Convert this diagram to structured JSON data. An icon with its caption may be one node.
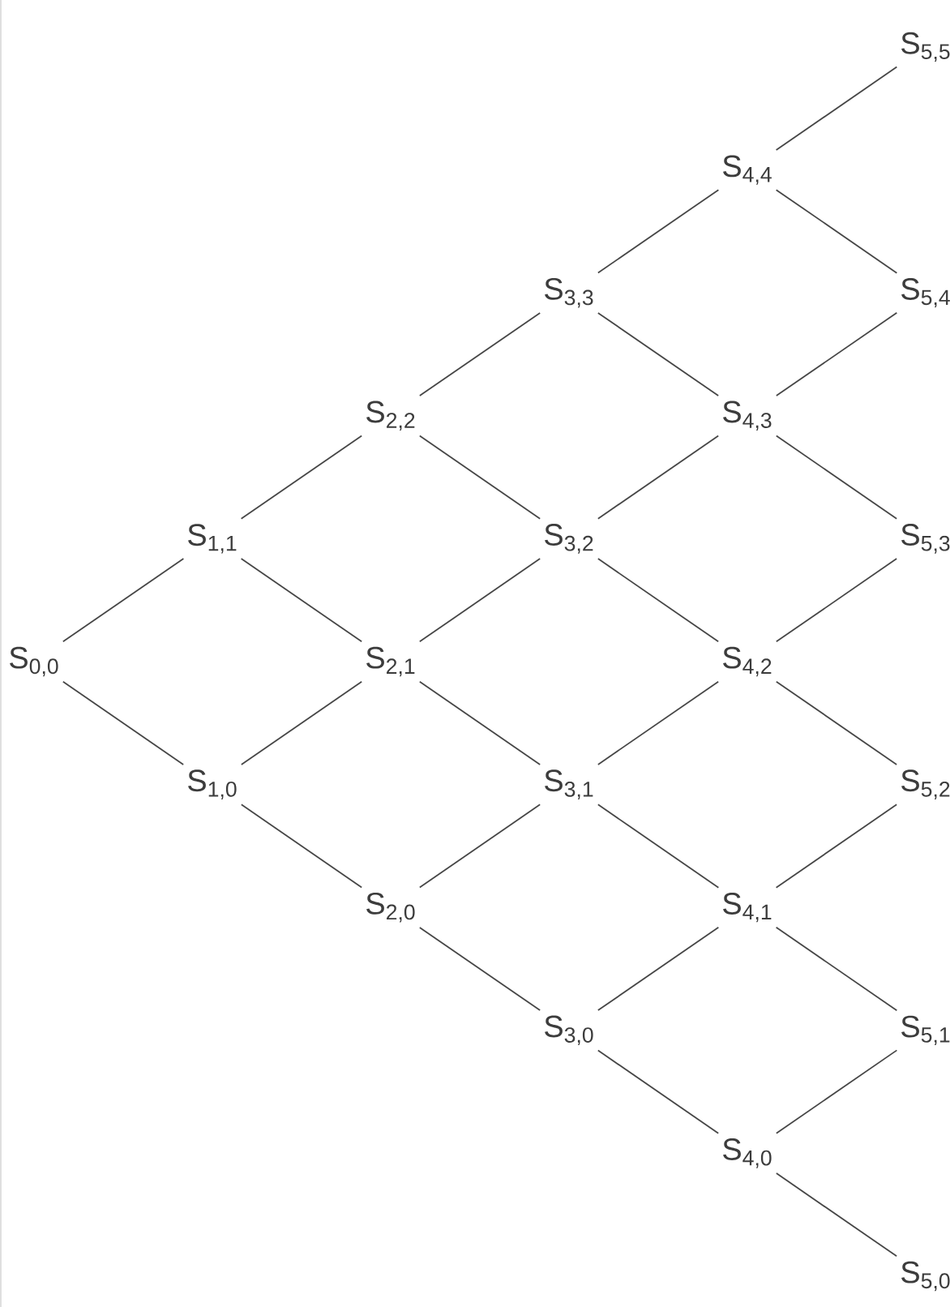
{
  "diagram": {
    "nodes": [
      {
        "text": [
          "S$_{0,0}$"
        ]
      },
      {
        "text": [
          "S$_{1,1}$"
        ]
      },
      {
        "text": [
          "S$_{1,0}$"
        ]
      },
      {
        "text": [
          "S$_{2,2}$"
        ]
      },
      {
        "text": [
          "S$_{2,1}$"
        ]
      },
      {
        "text": [
          "S$_{2,0}$"
        ]
      },
      {
        "text": [
          "S$_{3,3}$"
        ]
      },
      {
        "text": [
          "S$_{3,2}$"
        ]
      },
      {
        "text": [
          "S$_{3,1}$"
        ]
      },
      {
        "text": [
          "S$_{3,0}$"
        ]
      },
      {
        "text": [
          "S$_{4,4}$"
        ]
      },
      {
        "text": [
          "S$_{4,3}$"
        ]
      },
      {
        "text": [
          "S$_{4,2}$"
        ]
      },
      {
        "text": [
          "S$_{4,1}$"
        ]
      },
      {
        "text": [
          "S$_{4,0}$"
        ]
      },
      {
        "text": [
          "S$_{5,5}$"
        ]
      },
      {
        "text": [
          "S$_{5,4}$"
        ]
      },
      {
        "text": [
          "S$_{5,3}$"
        ]
      },
      {
        "text": [
          "S$_{5,2}$"
        ]
      },
      {
        "text": [
          "S$_{5,1}$"
        ]
      },
      {
        "text": [
          "S$_{5,0}$"
        ]
      }
    ],
    "edges": [
      {
        "from": 0,
        "to": 1,
        "arrow": "none"
      },
      {
        "from": 0,
        "to": 2,
        "arrow": "none"
      },
      {
        "from": 1,
        "to": 3,
        "arrow": "none"
      },
      {
        "from": 1,
        "to": 4,
        "arrow": "none"
      },
      {
        "from": 2,
        "to": 4,
        "arrow": "none"
      },
      {
        "from": 2,
        "to": 5,
        "arrow": "none"
      },
      {
        "from": 3,
        "to": 6,
        "arrow": "none"
      },
      {
        "from": 3,
        "to": 7,
        "arrow": "none"
      },
      {
        "from": 4,
        "to": 7,
        "arrow": "none"
      },
      {
        "from": 4,
        "to": 8,
        "arrow": "none"
      },
      {
        "from": 5,
        "to": 8,
        "arrow": "none"
      },
      {
        "from": 5,
        "to": 9,
        "arrow": "none"
      },
      {
        "from": 6,
        "to": 10,
        "arrow": "none"
      },
      {
        "from": 6,
        "to": 11,
        "arrow": "none"
      },
      {
        "from": 7,
        "to": 11,
        "arrow": "none"
      },
      {
        "from": 7,
        "to": 12,
        "arrow": "none"
      },
      {
        "from": 8,
        "to": 12,
        "arrow": "none"
      },
      {
        "from": 8,
        "to": 13,
        "arrow": "none"
      },
      {
        "from": 9,
        "to": 13,
        "arrow": "none"
      },
      {
        "from": 9,
        "to": 14,
        "arrow": "none"
      },
      {
        "from": 10,
        "to": 15,
        "arrow": "none"
      },
      {
        "from": 10,
        "to": 16,
        "arrow": "none"
      },
      {
        "from": 11,
        "to": 16,
        "arrow": "none"
      },
      {
        "from": 11,
        "to": 17,
        "arrow": "none"
      },
      {
        "from": 12,
        "to": 17,
        "arrow": "none"
      },
      {
        "from": 12,
        "to": 18,
        "arrow": "none"
      },
      {
        "from": 13,
        "to": 18,
        "arrow": "none"
      },
      {
        "from": 13,
        "to": 19,
        "arrow": "none"
      },
      {
        "from": 14,
        "to": 19,
        "arrow": "none"
      },
      {
        "from": 14,
        "to": 20,
        "arrow": "none"
      }
    ]
  }
}
